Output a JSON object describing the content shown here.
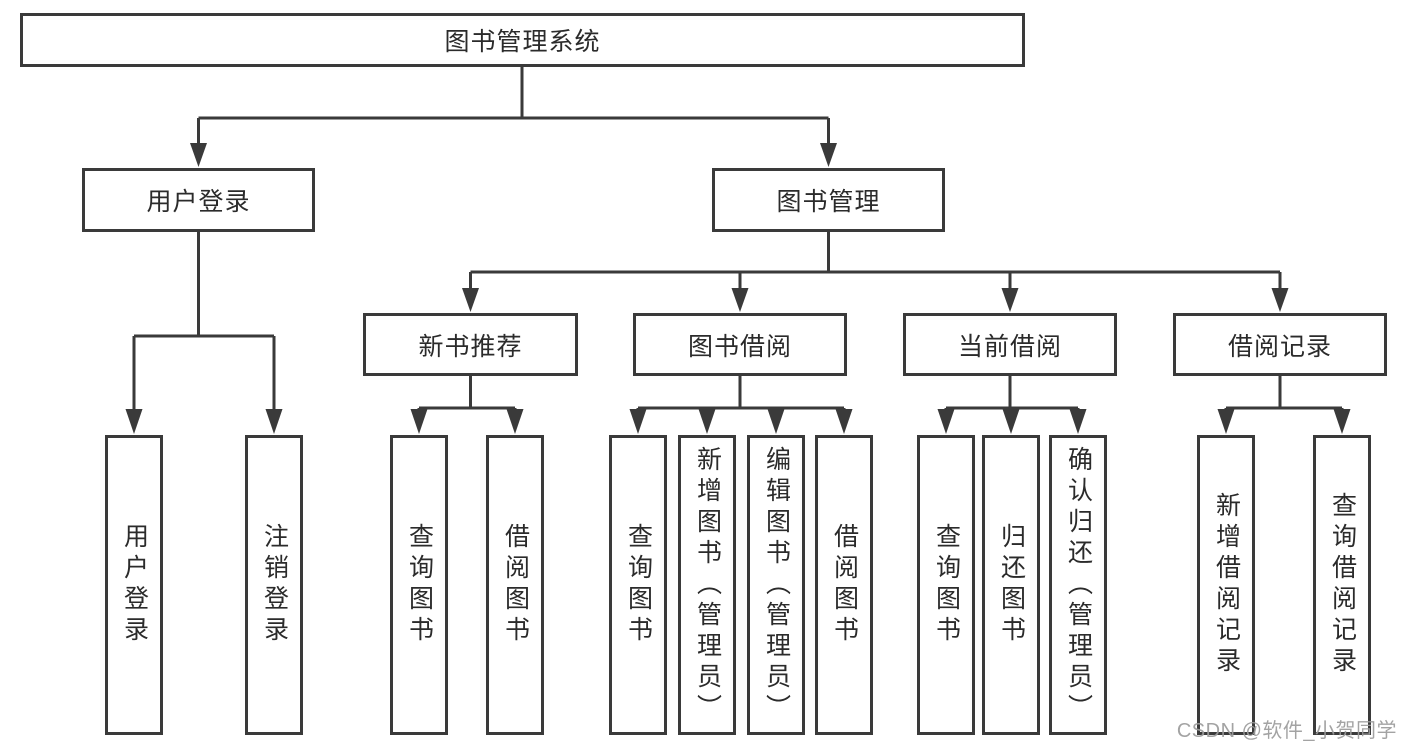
{
  "diagram": {
    "root": {
      "label": "图书管理系统"
    },
    "level2": [
      {
        "label": "用户登录"
      },
      {
        "label": "图书管理"
      }
    ],
    "level3": [
      {
        "label": "新书推荐"
      },
      {
        "label": "图书借阅"
      },
      {
        "label": "当前借阅"
      },
      {
        "label": "借阅记录"
      }
    ],
    "leaves": {
      "user_login": [
        "用户登录",
        "注销登录"
      ],
      "new_book_recommend": [
        "查询图书",
        "借阅图书"
      ],
      "book_borrow": [
        "查询图书",
        "新增图书（管理员）",
        "编辑图书（管理员）",
        "借阅图书"
      ],
      "current_borrow": [
        "查询图书",
        "归还图书",
        "确认归还（管理员）"
      ],
      "borrow_records": [
        "新增借阅记录",
        "查询借阅记录"
      ]
    }
  },
  "watermark": {
    "text": "CSDN @软件_小贺同学"
  },
  "colors": {
    "line": "#3a3a3a",
    "box_border": "#3a3a3a",
    "box_fill": "#ffffff",
    "text": "#2b2b2b",
    "watermark": "#9c9c9c",
    "background": "#ffffff"
  }
}
